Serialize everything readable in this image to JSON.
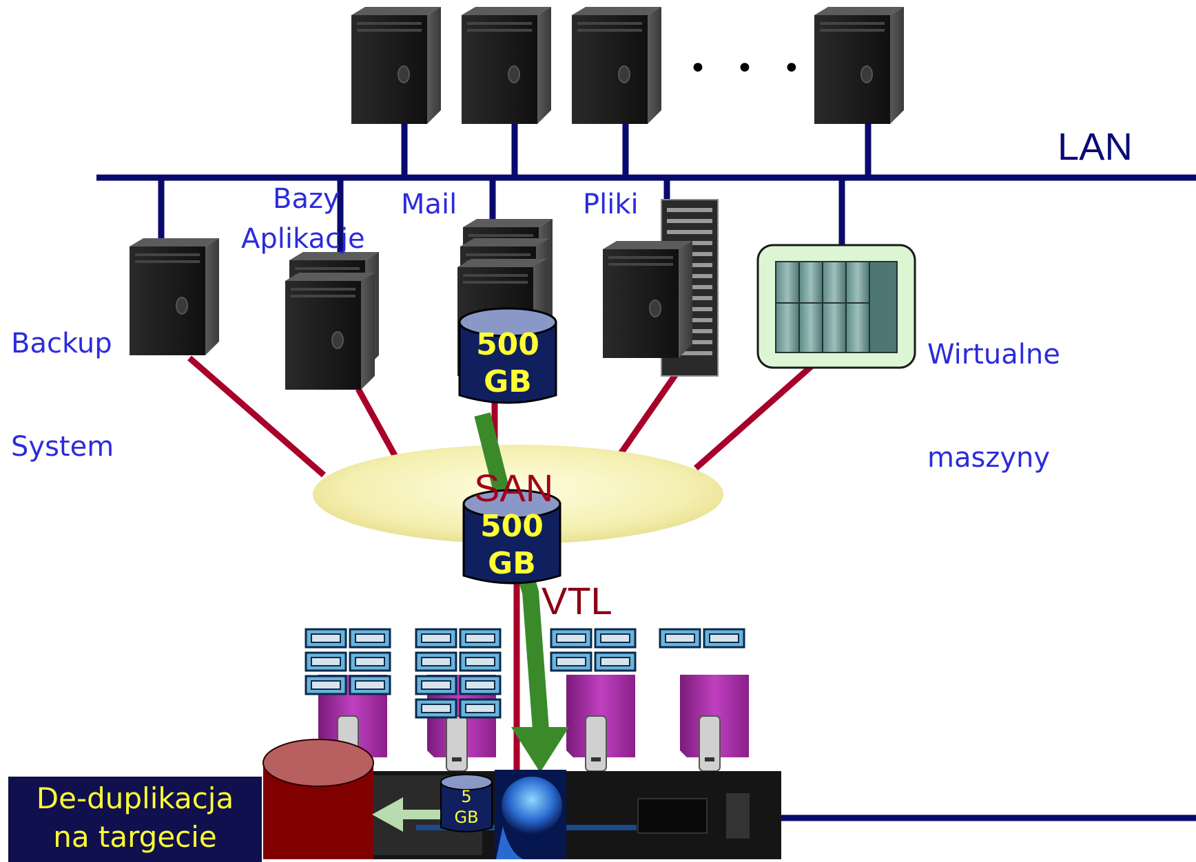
{
  "labels": {
    "lan": "LAN",
    "san": "SAN",
    "vtl": "VTL",
    "backup_line1": "Backup",
    "backup_line2": "System",
    "bazy": "Bazy",
    "aplikacje": "Aplikacje",
    "mail": "Mail",
    "pliki": "Pliki",
    "wirtualne_line1": "Wirtualne",
    "wirtualne_line2": "maszyny",
    "dots": "• • •"
  },
  "cylinders": {
    "source_value": "500",
    "source_unit": "GB",
    "san_value": "500",
    "san_unit": "GB",
    "dedup_value": "5",
    "dedup_unit": "GB"
  },
  "dedup_box": {
    "line1": "De-duplikacja",
    "line2": "na targecie"
  },
  "colors": {
    "lan_line": "#0a0a6e",
    "san_line": "#a8002a",
    "flow_arrow": "#3a8a2a",
    "dedup_arrow": "#b8dcb0",
    "label_blue": "#2b2bdc",
    "cylinder_fill": "#10205e",
    "cylinder_text": "#ffff33"
  },
  "icons": {
    "servers_top": "server-tower-icon",
    "storage": "tape-library-icon",
    "brain": "brain-head-icon"
  }
}
